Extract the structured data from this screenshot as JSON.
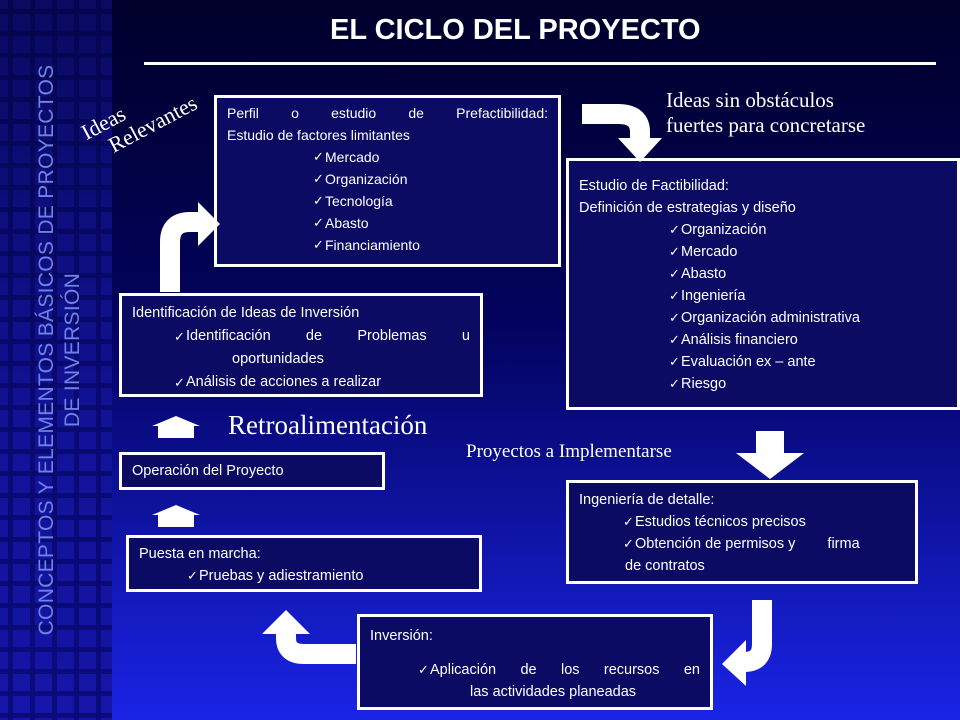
{
  "slide": {
    "title": "EL CICLO DEL PROYECTO",
    "side_title_line1": "CONCEPTOS Y ELEMENTOS BÁSICOS DE PROYECTOS",
    "side_title_line2": "DE INVERSIÓN"
  },
  "labels": {
    "ideas_line1": "Ideas",
    "ideas_line2": "Relevantes",
    "sin_obstaculos_line1": "Ideas sin obstáculos",
    "sin_obstaculos_line2": "fuertes para concretarse",
    "retroalimentacion": "Retroalimentación",
    "implementarse": "Proyectos a Implementarse"
  },
  "boxes": {
    "prefactibilidad": {
      "line1": "Perfil o estudio de Prefactibilidad:",
      "line2": "Estudio de factores limitantes",
      "items": [
        "Mercado",
        "Organización",
        "Tecnología",
        "Abasto",
        "Financiamiento"
      ]
    },
    "factibilidad": {
      "line1": "Estudio de Factibilidad:",
      "line2": "Definición de estrategias y diseño",
      "items": [
        "Organización",
        "Mercado",
        "Abasto",
        "Ingeniería",
        "Organización administrativa",
        "Análisis financiero",
        "Evaluación ex – ante",
        "Riesgo"
      ]
    },
    "identificacion": {
      "line1": "Identificación de Ideas de Inversión",
      "item1_a": "Identificación de Problemas u",
      "item1_b": "oportunidades",
      "item2": "Análisis de acciones a realizar"
    },
    "operacion": {
      "line1": "Operación del Proyecto"
    },
    "ingenieria": {
      "line1": "Ingeniería de detalle:",
      "item1": "Estudios técnicos precisos",
      "item2_a": "Obtención de permisos y",
      "item2_b": "firma",
      "item2_c": "de contratos"
    },
    "puesta": {
      "line1": "Puesta en marcha:",
      "item1": "Pruebas y adiestramiento"
    },
    "inversion": {
      "line1": "Inversión:",
      "item1": "Aplicación de los recursos en",
      "item1_b": "las actividades planeadas"
    }
  }
}
